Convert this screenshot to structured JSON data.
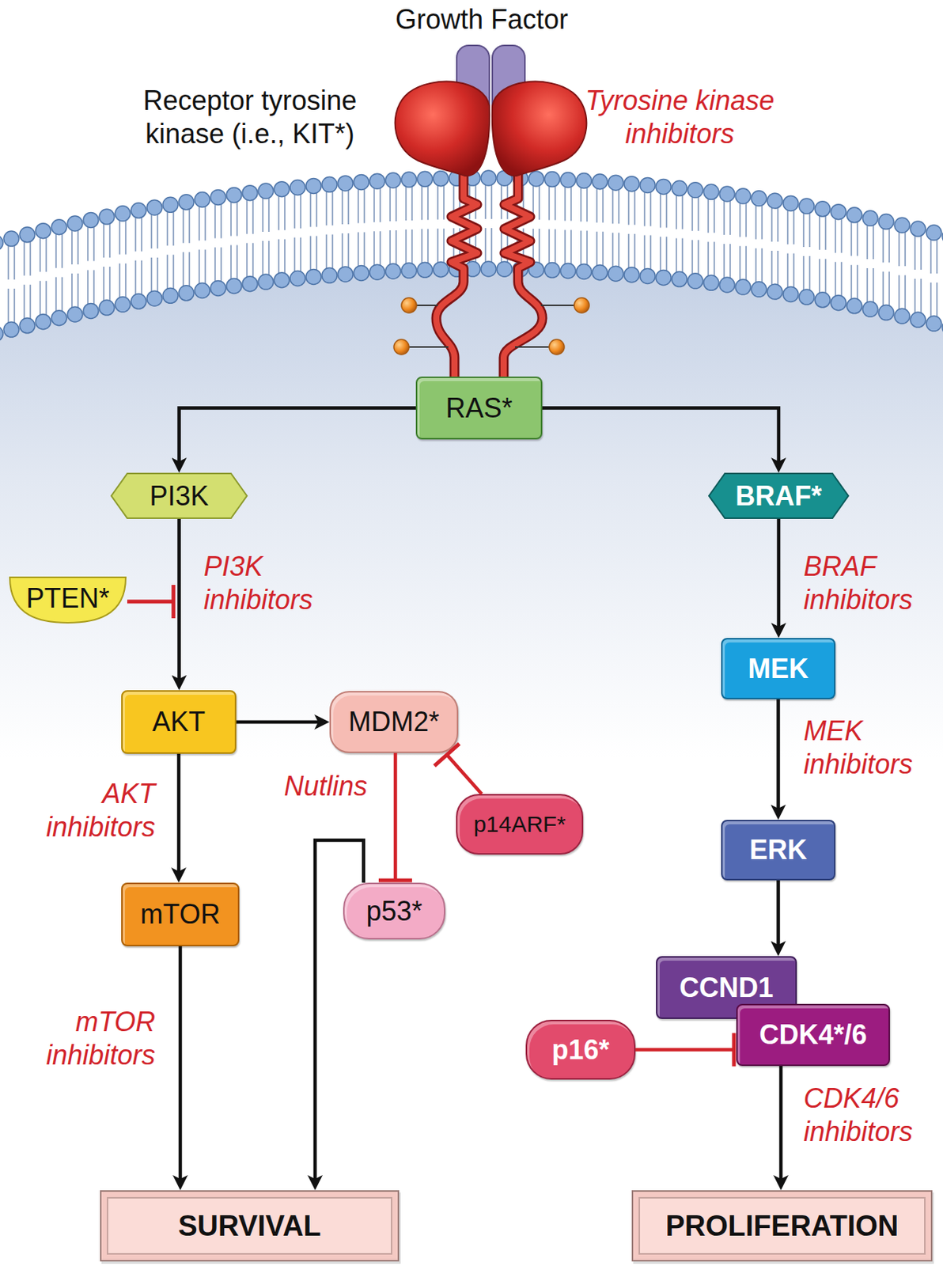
{
  "diagram": {
    "nodes": [
      {
        "text": [
          "RAS*"
        ]
      },
      {
        "text": [
          "PI3K"
        ]
      },
      {
        "text": [
          "BRAF*"
        ]
      },
      {
        "text": [
          "PTEN*"
        ]
      },
      {
        "text": [
          "MEK"
        ]
      },
      {
        "text": [
          "AKT"
        ]
      },
      {
        "text": [
          "MDM2*"
        ]
      },
      {
        "text": [
          "p14ARF*"
        ]
      },
      {
        "text": [
          "ERK"
        ]
      },
      {
        "text": [
          "mTOR"
        ]
      },
      {
        "text": [
          "p53*"
        ]
      },
      {
        "text": [
          "CCND1"
        ]
      },
      {
        "text": [
          "CDK4*/6"
        ]
      },
      {
        "text": [
          "p16*"
        ]
      },
      {
        "text": [
          "SURVIVAL"
        ]
      },
      {
        "text": [
          "PROLIFERATION"
        ]
      }
    ],
    "edges": [
      {
        "from": 0,
        "to": 1,
        "arrow": "to"
      },
      {
        "from": 0,
        "to": 2,
        "arrow": "to"
      },
      {
        "from": 1,
        "to": 5,
        "label": "PI3K inhibitors",
        "arrow": "to"
      },
      {
        "from": 2,
        "to": 4,
        "label": "BRAF inhibitors",
        "arrow": "to"
      },
      {
        "from": 5,
        "to": 6,
        "arrow": "to"
      },
      {
        "from": 5,
        "to": 9,
        "label": "AKT inhibitors",
        "arrow": "to"
      },
      {
        "from": 4,
        "to": 8,
        "label": "MEK inhibitors",
        "arrow": "to"
      },
      {
        "from": 6,
        "to": 10,
        "label": "Nutlins",
        "arrow": "to"
      },
      {
        "from": 7,
        "to": 6,
        "arrow": "to"
      },
      {
        "from": 8,
        "to": 11,
        "arrow": "to"
      },
      {
        "from": 13,
        "to": 12,
        "arrow": "to"
      },
      {
        "from": 9,
        "to": 14,
        "label": "mTOR inhibitors",
        "arrow": "to"
      },
      {
        "from": 10,
        "to": 14,
        "arrow": "to"
      },
      {
        "from": 12,
        "to": 15,
        "label": "CDK4/6 inhibitors",
        "arrow": "to"
      }
    ],
    "labels": [
      "Growth Factor",
      "Receptor tyrosine kinase (i.e., KIT*)",
      "Tyrosine kinase inhibitors"
    ]
  }
}
